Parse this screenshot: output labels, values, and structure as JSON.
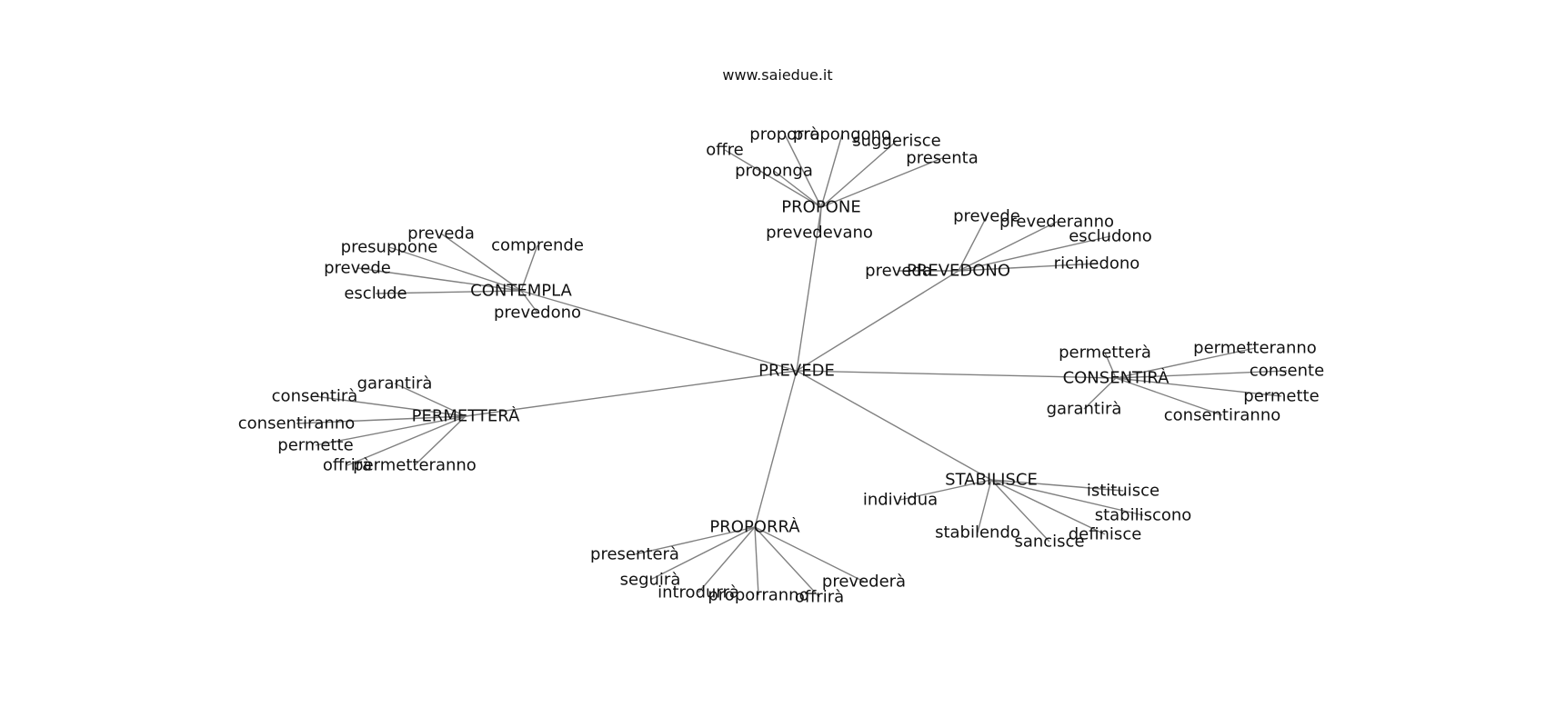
{
  "title": "www.saiedue.it",
  "colors": {
    "background": "#ffffff",
    "edge": "#808080",
    "text": "#111111"
  },
  "graph": {
    "root": "PREVEDE",
    "groups": [
      {
        "hub": "PROPONE",
        "leaves": [
          "offre",
          "proporrà",
          "propongono",
          "suggerisce",
          "presenta",
          "proponga",
          "prevedevano"
        ]
      },
      {
        "hub": "CONTEMPLA",
        "leaves": [
          "preveda",
          "comprende",
          "presuppone",
          "prevede",
          "esclude",
          "prevedono"
        ]
      },
      {
        "hub": "PREVEDONO",
        "leaves": [
          "prevede",
          "prevederanno",
          "escludono",
          "richiedono",
          "preveda"
        ]
      },
      {
        "hub": "CONSENTIRÀ",
        "leaves": [
          "permetterà",
          "permetteranno",
          "consente",
          "permette",
          "consentiranno",
          "garantirà"
        ]
      },
      {
        "hub": "PERMETTERÀ",
        "leaves": [
          "garantirà",
          "consentirà",
          "consentiranno",
          "permette",
          "offrirà",
          "permetteranno"
        ]
      },
      {
        "hub": "STABILISCE",
        "leaves": [
          "istituisce",
          "individua",
          "stabiliscono",
          "stabilendo",
          "definisce",
          "sancisce"
        ]
      },
      {
        "hub": "PROPORRÀ",
        "leaves": [
          "presenterà",
          "seguirà",
          "introdurrà",
          "proporranno",
          "offrirà",
          "prevederà"
        ]
      }
    ]
  }
}
